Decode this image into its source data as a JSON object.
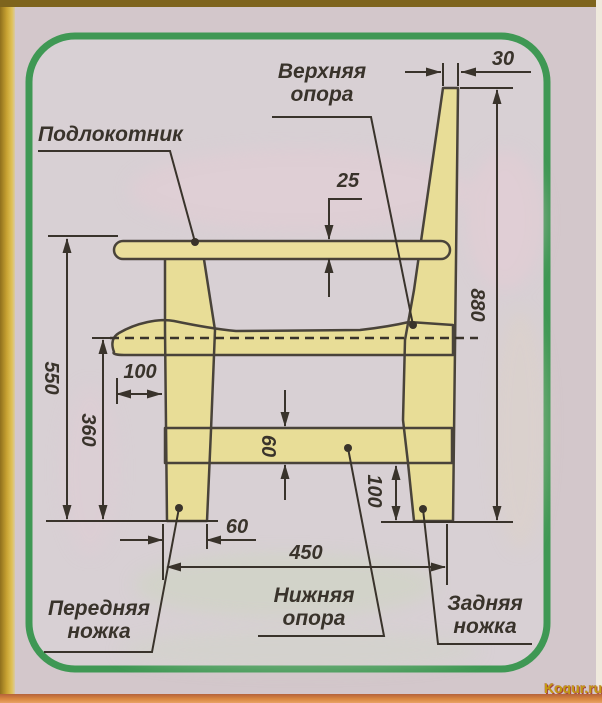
{
  "page": {
    "watermark": "Kogur.ru"
  },
  "diagram": {
    "part_labels": {
      "armrest": "Подлокотник",
      "upper_support": [
        "Верхняя",
        "опора"
      ],
      "front_leg": [
        "Передняя",
        "ножка"
      ],
      "lower_support": [
        "Нижняя",
        "опора"
      ],
      "rear_leg": [
        "Задняя",
        "ножка"
      ]
    },
    "dimensions_mm": {
      "back_leg_top_width": "30",
      "armrest_thickness": "25",
      "overall_height": "880",
      "armrest_height": "550",
      "seat_rail_height": "360",
      "seat_front_overhang": "100",
      "lower_support_thickness": "60",
      "rear_leg_ground_offset": "100",
      "front_leg_foot_width": "60",
      "leg_span": "450"
    },
    "colors": {
      "wood_fill": "#e8dd97",
      "part_outline": "#49433a",
      "dimension_ink": "#39332b",
      "border_green": "#3f9854",
      "panel_background": "#d8d0d4",
      "watermark_gold": "#c39a12"
    }
  }
}
